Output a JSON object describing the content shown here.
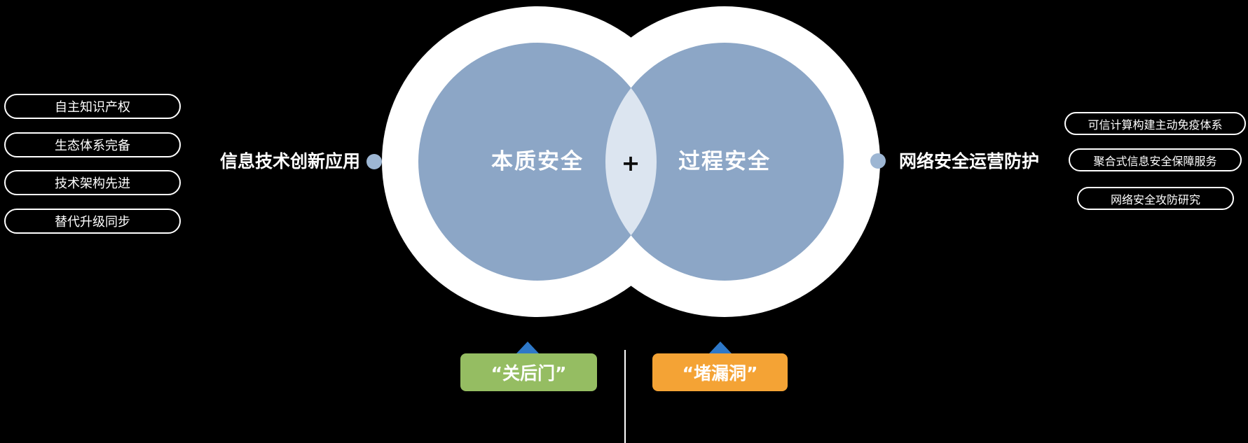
{
  "colors": {
    "background": "#000000",
    "circle_blue": "#8ca6c6",
    "lens": "#dce5f0",
    "dot_blue": "#9db6d3",
    "green_box": "#95bd62",
    "orange_box": "#f4a335",
    "triangle_blue": "#2e78c8",
    "plus_dark": "#0c0c0c"
  },
  "left_panel": {
    "label": "信息技术创新应用",
    "items": [
      "自主知识产权",
      "生态体系完备",
      "技术架构先进",
      "替代升级同步"
    ]
  },
  "right_panel": {
    "label": "网络安全运营防护",
    "items": [
      "可信计算构建主动免疫体系",
      "聚合式信息安全保障服务",
      "网络安全攻防研究"
    ]
  },
  "venn": {
    "left_label": "本质安全",
    "right_label": "过程安全",
    "plus": "+"
  },
  "bottom": {
    "green_label": "“关后门”",
    "orange_label": "“堵漏洞”"
  }
}
